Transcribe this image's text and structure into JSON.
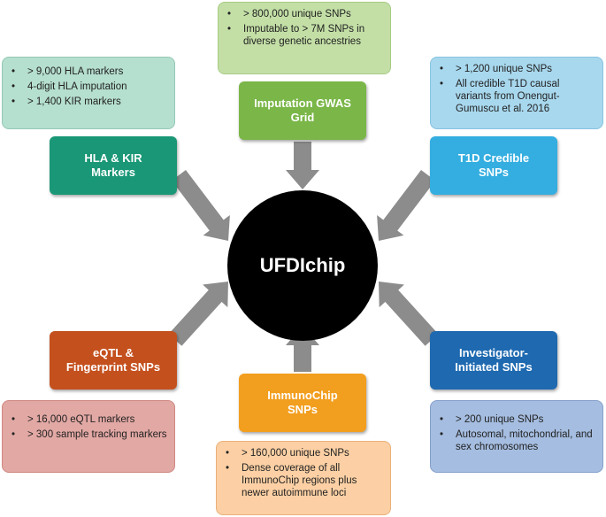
{
  "center": {
    "label": "UFDIchip"
  },
  "colors": {
    "arrow": "#8c8c8c"
  },
  "nodes": [
    {
      "key": "imputation",
      "label_lines": [
        "Imputation GWAS",
        "Grid"
      ],
      "fill": "#7ab648",
      "info": {
        "fill": "#c3dfa6",
        "items": [
          "> 800,000 unique SNPs",
          "Imputable to > 7M SNPs in diverse genetic ancestries"
        ]
      }
    },
    {
      "key": "hla",
      "label_lines": [
        "HLA & KIR",
        "Markers"
      ],
      "fill": "#1a9776",
      "info": {
        "fill": "#b5dfcf",
        "items": [
          "> 9,000 HLA markers",
          "4-digit HLA imputation",
          "> 1,400 KIR markers"
        ]
      }
    },
    {
      "key": "t1d",
      "label_lines": [
        "T1D Credible",
        "SNPs"
      ],
      "fill": "#34aee0",
      "info": {
        "fill": "#a8d8ee",
        "items": [
          "> 1,200 unique SNPs",
          "All credible T1D causal variants from Onengut-Gumuscu et al. 2016"
        ]
      }
    },
    {
      "key": "eqtl",
      "label_lines": [
        "eQTL &",
        "Fingerprint SNPs"
      ],
      "fill": "#c4501e",
      "info": {
        "fill": "#e2a8a4",
        "items": [
          "> 16,000 eQTL markers",
          "> 300 sample tracking markers"
        ]
      }
    },
    {
      "key": "immuno",
      "label_lines": [
        "ImmunoChip",
        "SNPs"
      ],
      "fill": "#f29e1e",
      "info": {
        "fill": "#fcd0a4",
        "items": [
          "> 160,000 unique SNPs",
          "Dense coverage of all ImmunoChip regions plus newer autoimmune loci"
        ]
      }
    },
    {
      "key": "investigator",
      "label_lines": [
        "Investigator-",
        "Initiated SNPs"
      ],
      "fill": "#1e69b0",
      "info": {
        "fill": "#a5bde0",
        "items": [
          "> 200 unique SNPs",
          "Autosomal, mitochondrial, and sex chromosomes"
        ]
      }
    }
  ]
}
